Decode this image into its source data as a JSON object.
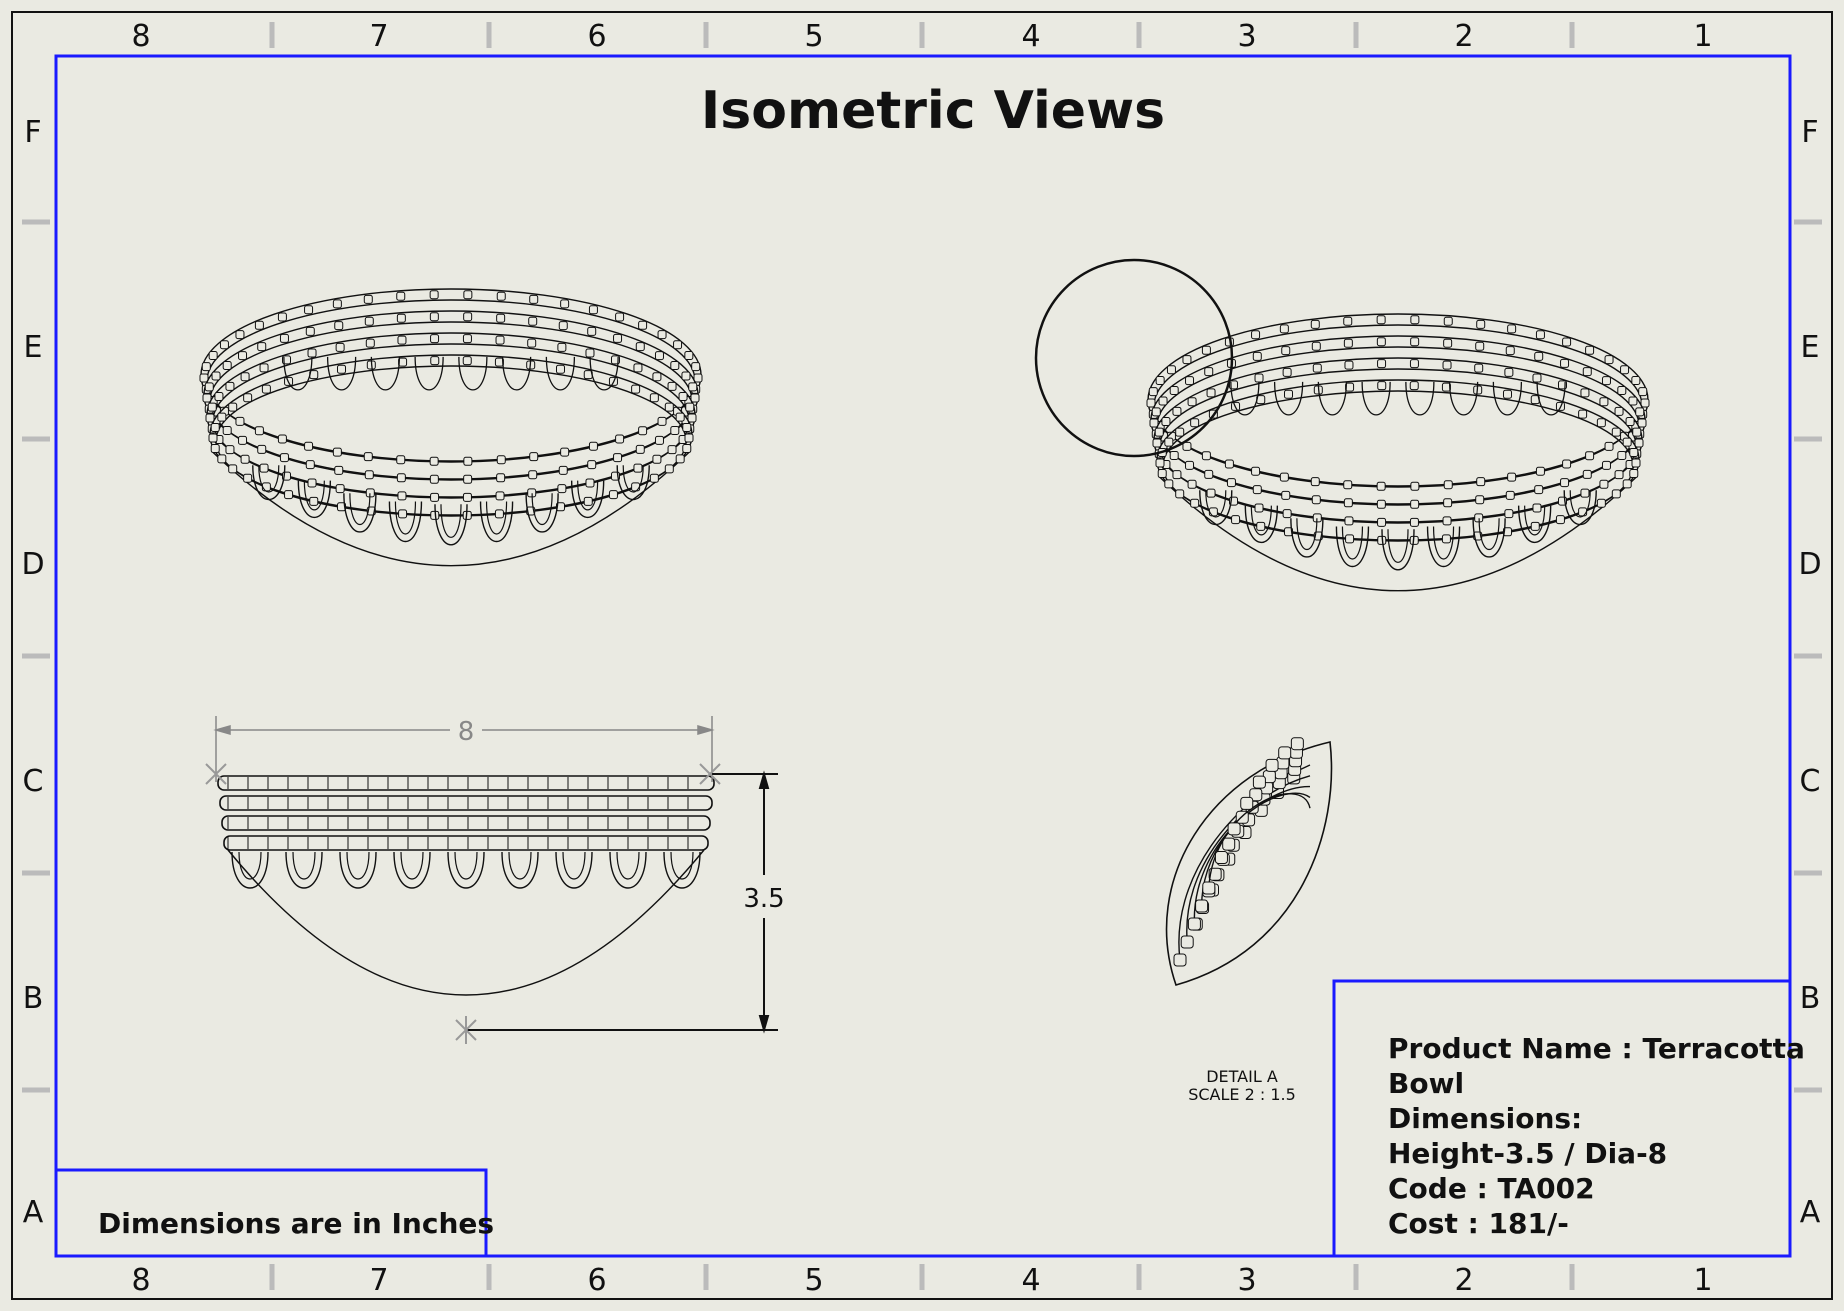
{
  "sheet": {
    "title": "Isometric Views",
    "columns": [
      "8",
      "7",
      "6",
      "5",
      "4",
      "3",
      "2",
      "1"
    ],
    "rows": [
      "F",
      "E",
      "D",
      "C",
      "B",
      "A"
    ],
    "colors": {
      "paper": "#eaeae2",
      "border": "#1a1aff",
      "ink": "#111111",
      "dim_gray": "#888888"
    }
  },
  "views": {
    "dimension_width": "8",
    "dimension_height": "3.5",
    "detail_label": "DETAIL A",
    "detail_scale": "SCALE 2 : 1.5"
  },
  "note": {
    "text": "Dimensions are in Inches"
  },
  "title_block": {
    "lines": [
      "Product Name : Terracotta",
      "Bowl",
      "Dimensions:",
      "Height-3.5 / Dia-8",
      "Code : TA002",
      "Cost : 181/-"
    ]
  }
}
